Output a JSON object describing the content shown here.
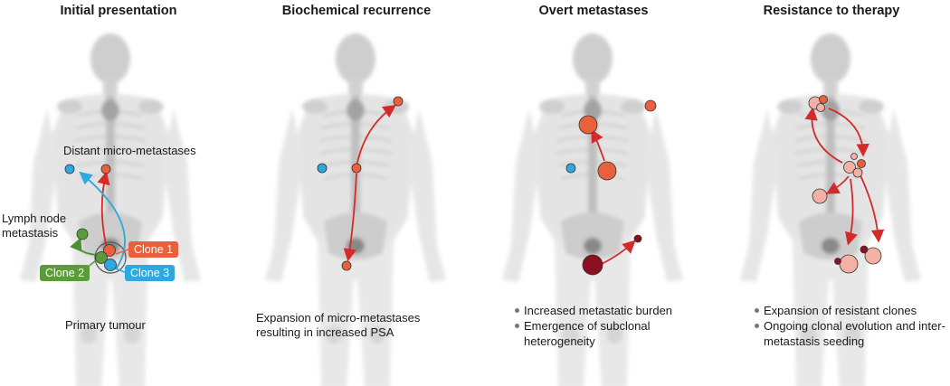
{
  "panels": [
    {
      "title": "Initial presentation",
      "labels": {
        "distant": "Distant micro-metastases",
        "lymph": "Lymph node\nmetastasis",
        "primary": "Primary tumour"
      },
      "clones": [
        {
          "name": "Clone 1",
          "color": "#e8603c"
        },
        {
          "name": "Clone 2",
          "color": "#5a9b3a"
        },
        {
          "name": "Clone 3",
          "color": "#2ea8df"
        }
      ]
    },
    {
      "title": "Biochemical recurrence",
      "caption": "Expansion of micro-metastases\nresulting in increased PSA"
    },
    {
      "title": "Overt metastases",
      "bullets": [
        "Increased metastatic burden",
        "Emergence of subclonal heterogeneity"
      ]
    },
    {
      "title": "Resistance to therapy",
      "bullets": [
        "Expansion of resistant clones",
        "Ongoing clonal evolution and inter-metastasis seeding"
      ]
    }
  ],
  "colors": {
    "red": "#e8603c",
    "green": "#5a9b3a",
    "blue": "#2ea8df",
    "darkred": "#8b1020",
    "pink": "#f4b0a4",
    "arrow_red": "#d42a2a",
    "arrow_blue": "#2ea8df",
    "arrow_green": "#4e8f33"
  }
}
